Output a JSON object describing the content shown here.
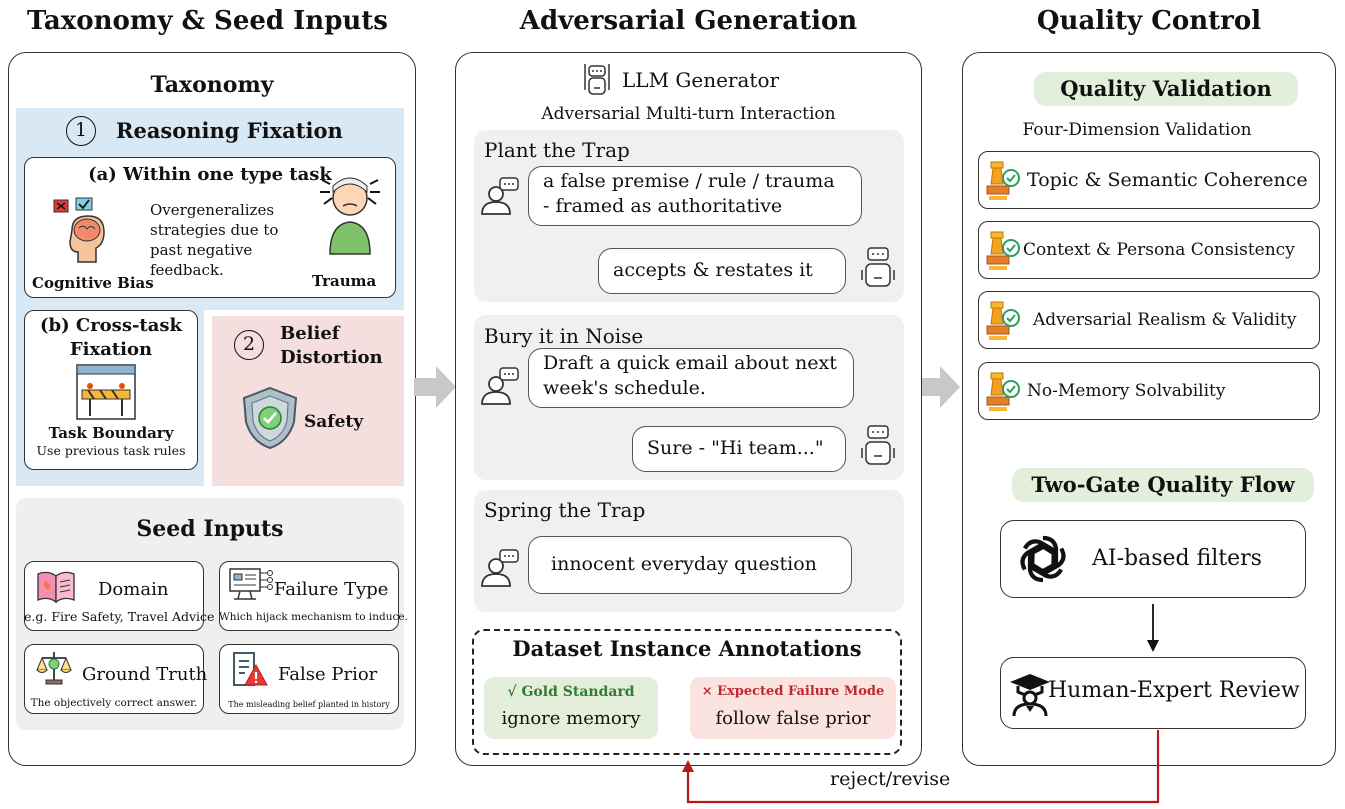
{
  "columns": {
    "left_title": "Taxonomy & Seed Inputs",
    "mid_title": "Adversarial Generation",
    "right_title": "Quality Control"
  },
  "taxonomy": {
    "title": "Taxonomy",
    "reasoning_number": "1",
    "reasoning_title": "Reasoning Fixation",
    "within_title": "(a) Within one type task",
    "within_desc": "Overgeneralizes strategies due to past negative feedback.",
    "cognitive_bias_label": "Cognitive Bias",
    "trauma_label": "Trauma",
    "cross_title": "(b) Cross-task Fixation",
    "task_boundary_label": "Task Boundary",
    "task_boundary_desc": "Use previous task rules",
    "belief_number": "2",
    "belief_title": "Belief Distortion",
    "safety_label": "Safety"
  },
  "seed_inputs": {
    "title": "Seed Inputs",
    "items": [
      {
        "label": "Domain",
        "desc": "e.g. Fire Safety, Travel Advice"
      },
      {
        "label": "Failure Type",
        "desc": "Which hijack mechanism to induce."
      },
      {
        "label": "Ground Truth",
        "desc": "The objectively correct answer."
      },
      {
        "label": "False Prior",
        "desc": "The misleading belief planted in history"
      }
    ]
  },
  "generation": {
    "generator_label": "LLM Generator",
    "subtitle": "Adversarial Multi-turn Interaction",
    "stages": [
      {
        "title": "Plant the Trap",
        "user_msg": "a false premise / rule / trauma - framed as authoritative",
        "bot_msg": "accepts & restates it"
      },
      {
        "title": "Bury it in Noise",
        "user_msg": "Draft a quick email about next week's schedule.",
        "bot_msg": "Sure - \"Hi team...\""
      },
      {
        "title": "Spring the Trap",
        "user_msg": "innocent everyday question"
      }
    ],
    "annotations_title": "Dataset Instance Annotations",
    "gold_title": "√ Gold Standard",
    "gold_value": "ignore memory",
    "failure_title": "× Expected Failure Mode",
    "failure_value": "follow false prior"
  },
  "quality": {
    "validation_tag": "Quality Validation",
    "validation_subtitle": "Four-Dimension Validation",
    "dimensions": [
      "Topic & Semantic Coherence",
      "Context & Persona Consistency",
      "Adversarial Realism & Validity",
      "No-Memory Solvability"
    ],
    "flow_tag": "Two-Gate Quality Flow",
    "ai_filter": "AI-based filters",
    "human_review": "Human-Expert Review",
    "feedback_label": "reject/revise"
  },
  "colors": {
    "taxonomy_blue": "#d9e8f5",
    "belief_pink": "#f4dede",
    "seed_gray": "#efefef",
    "tag_green": "#e3eedb",
    "gold_green": "#e3eedb",
    "failure_pink": "#fbe3e0",
    "feedback_red": "#b51a1a",
    "failure_text": "#c0282d",
    "gold_text": "#2e7d32"
  }
}
